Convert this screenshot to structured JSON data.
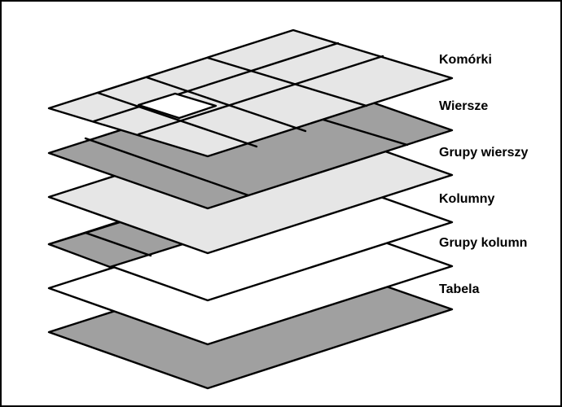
{
  "diagram": {
    "layers": [
      {
        "id": "komorki",
        "label": "Komórki"
      },
      {
        "id": "wiersze",
        "label": "Wiersze"
      },
      {
        "id": "grupy-wierszy",
        "label": "Grupy wierszy"
      },
      {
        "id": "kolumny",
        "label": "Kolumny"
      },
      {
        "id": "grupy-kolumn",
        "label": "Grupy kolumn"
      },
      {
        "id": "tabela",
        "label": "Tabela"
      }
    ],
    "colors": {
      "light": "#e6e6e6",
      "dark": "#a0a0a0",
      "white": "#ffffff",
      "stroke": "#000000"
    }
  }
}
